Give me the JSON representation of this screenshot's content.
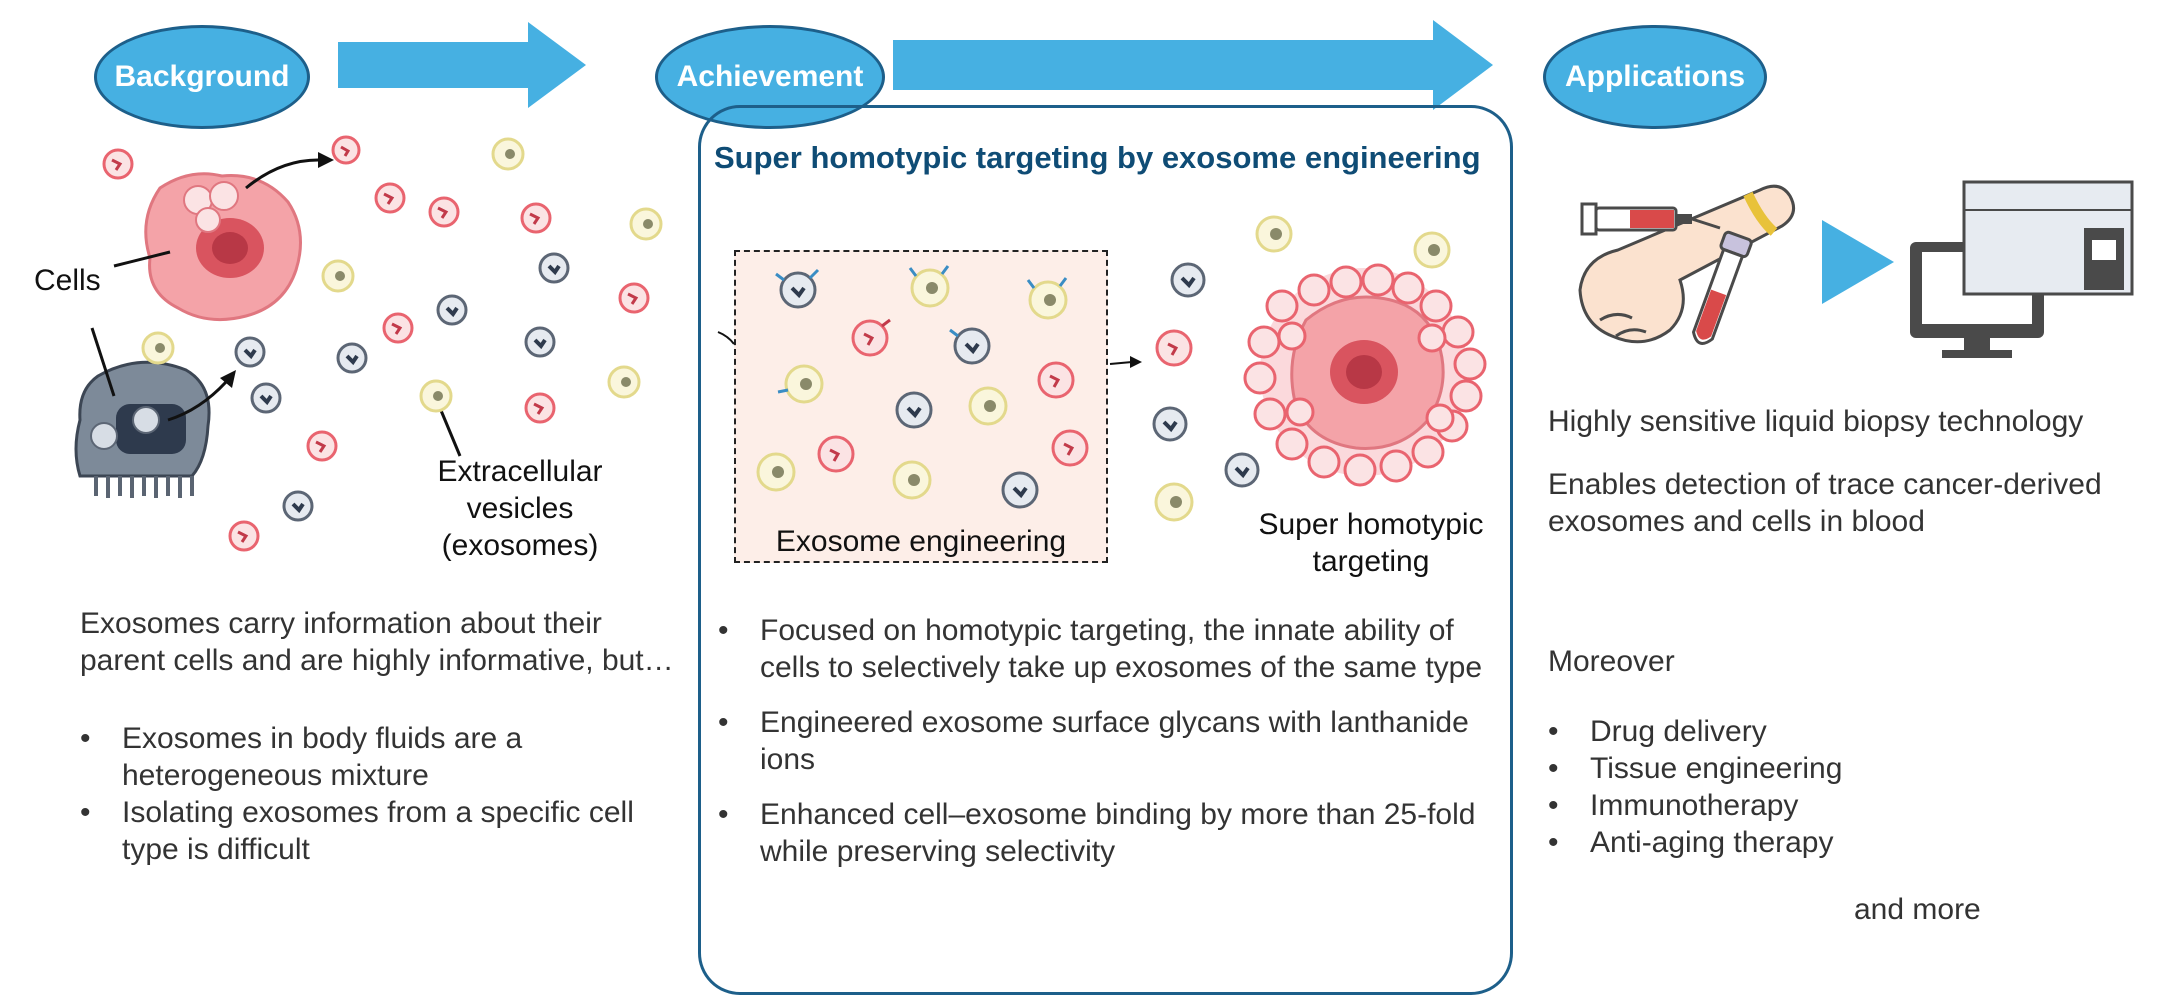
{
  "header": {
    "background_label": "Background",
    "achievement_label": "Achievement",
    "applications_label": "Applications"
  },
  "colors": {
    "pill_fill": "#46b0e2",
    "pill_border": "#1d5f8a",
    "title_text": "#0f4c75",
    "engineering_box_fill": "#fdeee8",
    "red_vesicle": "#e9646f",
    "yellow_vesicle": "#e3d98c",
    "gray_vesicle": "#5c6675"
  },
  "background": {
    "cells_label": "Cells",
    "vesicles_label_line1": "Extracellular",
    "vesicles_label_line2": "vesicles",
    "vesicles_label_line3": "(exosomes)",
    "intro_line1": "Exosomes carry information about their",
    "intro_line2": "parent cells and are highly informative, but…",
    "bullets": [
      {
        "line1": "Exosomes in body fluids are a",
        "line2": "heterogeneous mixture"
      },
      {
        "line1": "Isolating exosomes from a specific cell",
        "line2": "type is difficult"
      }
    ]
  },
  "achievement": {
    "title": "Super homotypic targeting by exosome engineering",
    "engineering_label": "Exosome engineering",
    "targeting_label_line1": "Super homotypic",
    "targeting_label_line2": "targeting",
    "bullets": [
      {
        "line1": "Focused on homotypic targeting, the innate ability of",
        "line2": "cells to selectively take up exosomes of the same type"
      },
      {
        "line1": "Engineered exosome surface glycans with lanthanide",
        "line2": "ions"
      },
      {
        "line1": "Enhanced cell–exosome binding by more than 25-fold",
        "line2": "while preserving selectivity"
      }
    ]
  },
  "applications": {
    "headline": "Highly sensitive liquid biopsy technology",
    "detail_line1": "Enables detection of trace cancer-derived",
    "detail_line2": "exosomes and cells in blood",
    "moreover": "Moreover",
    "bullets": [
      "Drug delivery",
      "Tissue engineering",
      "Immunotherapy",
      "Anti-aging therapy"
    ],
    "and_more": "and more"
  }
}
